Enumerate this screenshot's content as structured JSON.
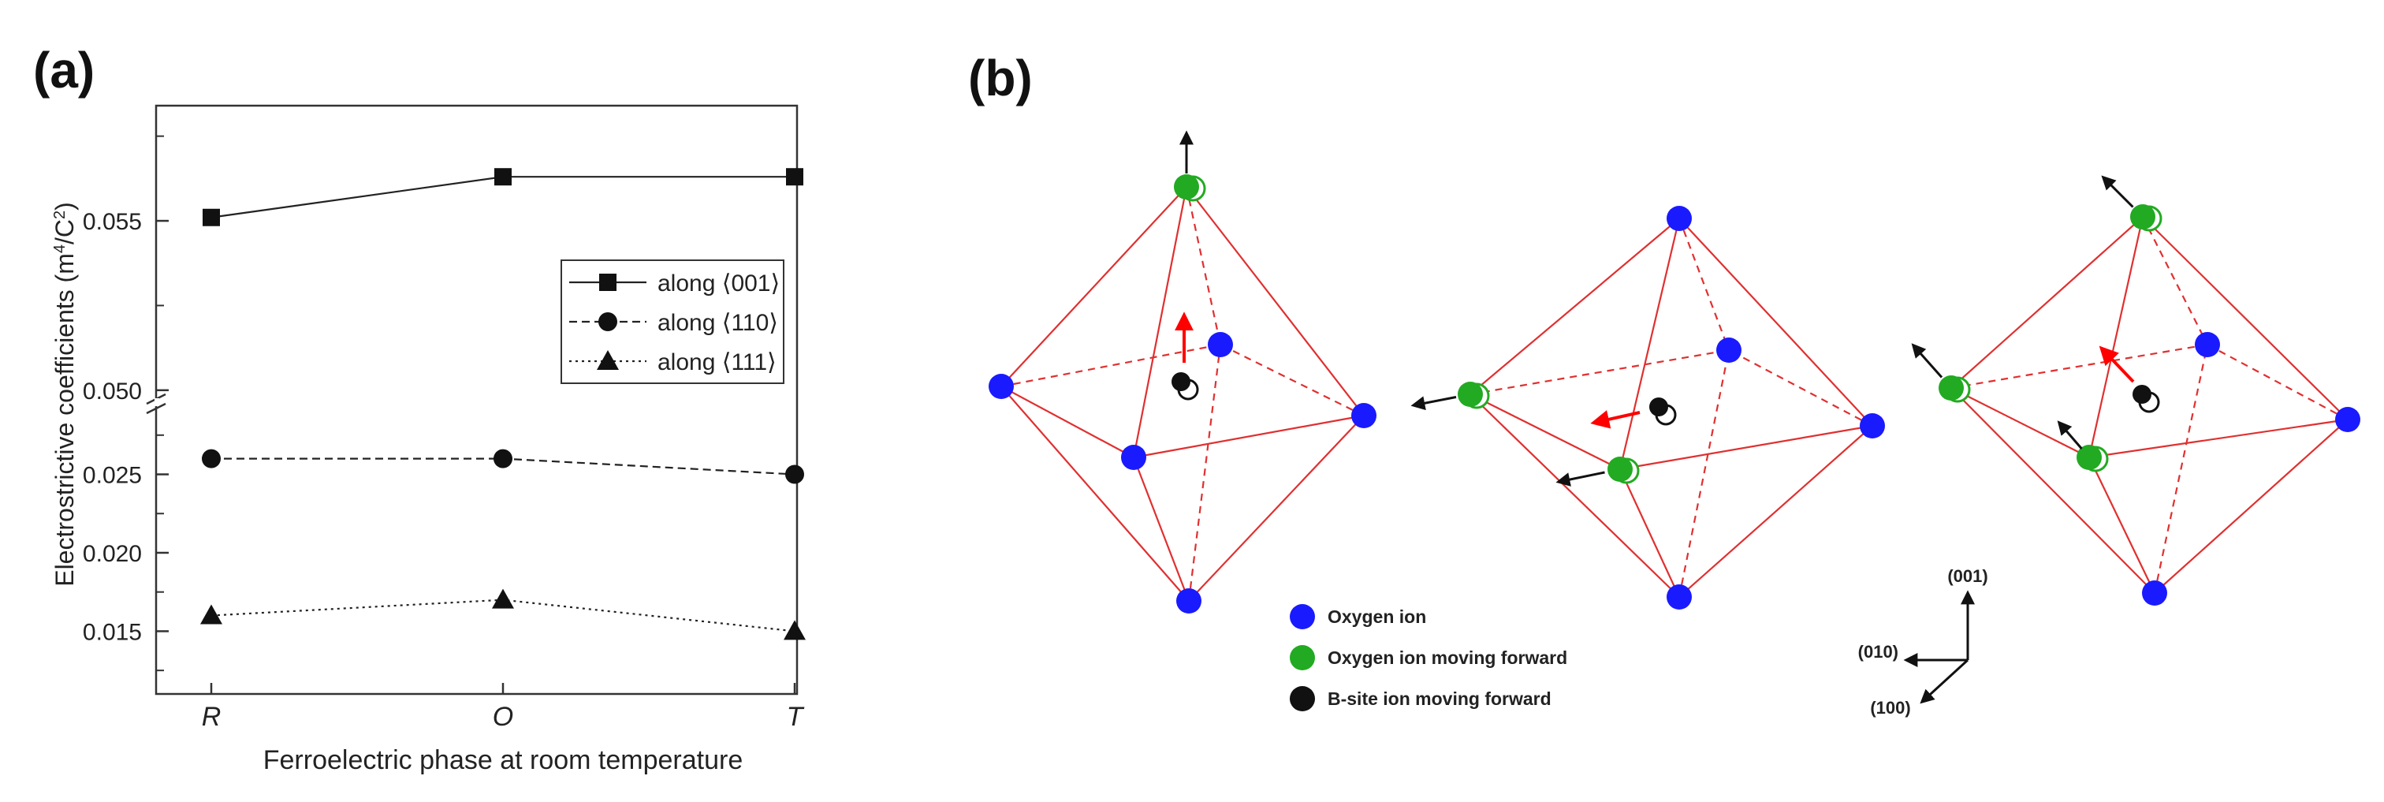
{
  "panel_a": {
    "label": "(a)",
    "chart_data": {
      "type": "line",
      "xlabel": "Ferroelectric phase at room temperature",
      "ylabel_main": "Electrostrictive coefficients (m",
      "ylabel_sup1": "4",
      "ylabel_mid": "/C",
      "ylabel_sup2": "2",
      "ylabel_end": ")",
      "categories": [
        "R",
        "O",
        "T"
      ],
      "y_ticks_upper": [
        "0.055",
        "0.050"
      ],
      "y_ticks_lower": [
        "0.025",
        "0.020",
        "0.015"
      ],
      "y_break": true,
      "ylim_lower": [
        0.011,
        0.0295
      ],
      "ylim_upper": [
        0.0496,
        0.0584
      ],
      "series": [
        {
          "name": "along ⟨001⟩",
          "marker": "square",
          "line": "solid",
          "values": [
            0.0551,
            0.0563,
            0.0563
          ]
        },
        {
          "name": "along ⟨110⟩",
          "marker": "circle",
          "line": "dashed",
          "values": [
            0.026,
            0.026,
            0.025
          ]
        },
        {
          "name": "along ⟨111⟩",
          "marker": "triangle",
          "line": "dotted",
          "values": [
            0.016,
            0.017,
            0.015
          ]
        }
      ],
      "legend_position": "right, middle of upper segment"
    }
  },
  "panel_b": {
    "label": "(b)",
    "legend": [
      {
        "label": "Oxygen ion",
        "color": "#1a1aff"
      },
      {
        "label": "Oxygen ion moving forward",
        "color": "#22aa22"
      },
      {
        "label": "B-site ion moving forward",
        "color": "#111111"
      }
    ],
    "axes": {
      "z": "(001)",
      "y": "(010)",
      "x": "(100)"
    },
    "colors": {
      "edge": "#e03030",
      "oxygen": "#1a1aff",
      "moving_oxygen": "#22aa22",
      "b_site": "#111111",
      "polarization_arrow": "#ff0000"
    }
  }
}
